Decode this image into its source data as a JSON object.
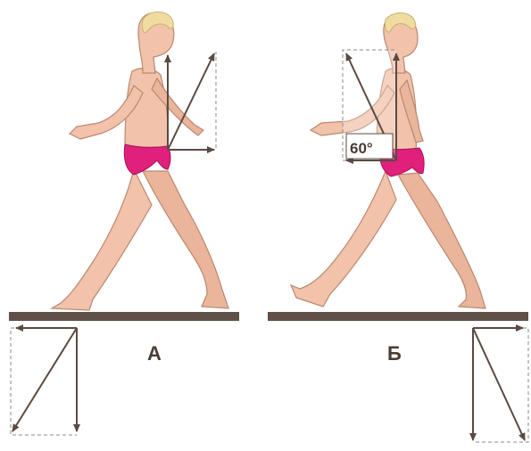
{
  "panels": [
    {
      "letter": "А"
    },
    {
      "letter": "Б",
      "angle": "60°"
    }
  ],
  "colors": {
    "skin": "#f2c2aa",
    "skin_shadow": "#e3a58a",
    "trunks": "#e0207a",
    "hair": "#efdca0",
    "vector": "#5a4a42",
    "board": "#5f5048",
    "dashed": "#8a8a8a"
  }
}
